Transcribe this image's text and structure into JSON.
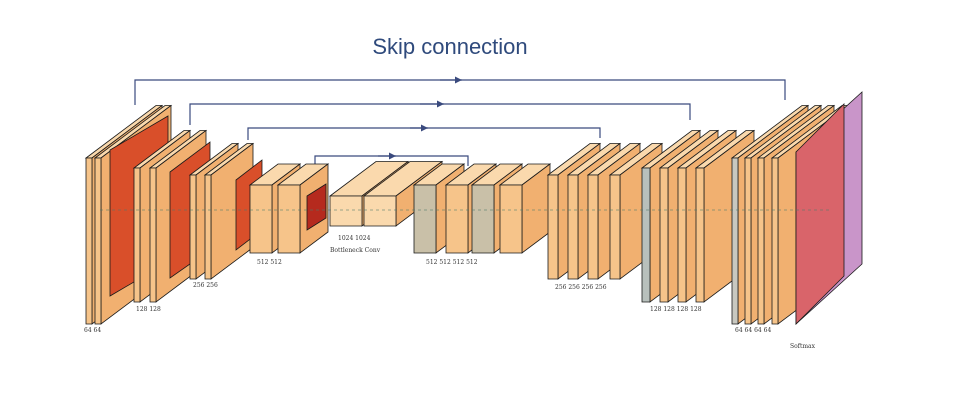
{
  "title": "Skip connection",
  "labels": {
    "enc1": "64 64",
    "enc2": "128 128",
    "enc3": "256 256",
    "enc4": "512 512",
    "bottleneck_channels": "1024 1024",
    "bottleneck": "Bottleneck Conv",
    "dec4": "512 512 512 512",
    "dec3": "256 256 256 256",
    "dec2": "128 128 128 128",
    "dec1": "64 64 64 64",
    "output": "Softmax"
  },
  "colors": {
    "block_face": "#f6c48a",
    "block_side": "#f1b070",
    "block_top": "#fad9ad",
    "conv_red": "#d94f2a",
    "dark_red": "#b52a1e",
    "softmax_purple": "#c995c9",
    "softmax_red": "#d9646a",
    "arrow_blue": "#3a4a7e",
    "title_blue": "#2f4a7c"
  }
}
